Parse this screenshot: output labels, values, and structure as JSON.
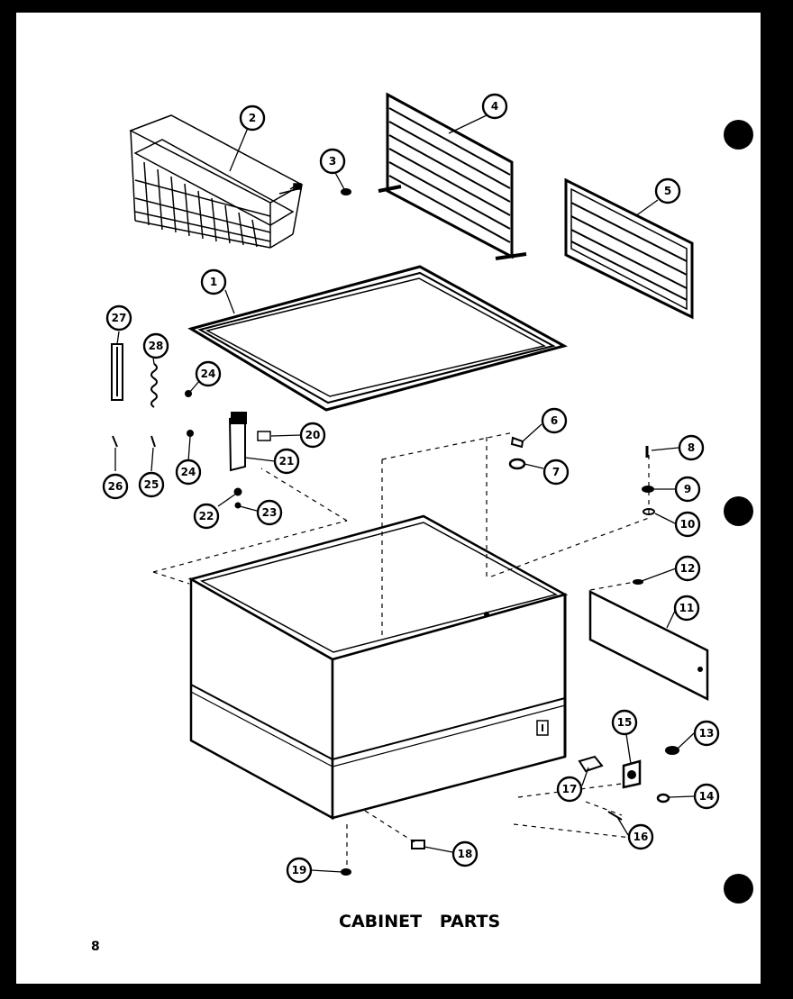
{
  "diagram": {
    "title": "CABINET   PARTS",
    "page_number": "8",
    "parts": [
      {
        "id": "basket",
        "callout": "2"
      },
      {
        "id": "gasket",
        "callout": "1"
      },
      {
        "id": "screw-small",
        "callout": "3"
      },
      {
        "id": "divider-large",
        "callout": "4"
      },
      {
        "id": "divider-small",
        "callout": "5"
      },
      {
        "id": "clip-a",
        "callout": "6"
      },
      {
        "id": "clip-b",
        "callout": "7"
      },
      {
        "id": "screw-8",
        "callout": "8"
      },
      {
        "id": "washer-9",
        "callout": "9"
      },
      {
        "id": "washer-10",
        "callout": "10"
      },
      {
        "id": "panel-11",
        "callout": "11"
      },
      {
        "id": "screw-12",
        "callout": "12"
      },
      {
        "id": "knob-13",
        "callout": "13"
      },
      {
        "id": "nut-14",
        "callout": "14"
      },
      {
        "id": "light-15",
        "callout": "15"
      },
      {
        "id": "screw-16",
        "callout": "16"
      },
      {
        "id": "bracket-17",
        "callout": "17"
      },
      {
        "id": "bracket-18",
        "callout": "18"
      },
      {
        "id": "foot-19",
        "callout": "19"
      },
      {
        "id": "hinge-cover-20",
        "callout": "20"
      },
      {
        "id": "hinge-21",
        "callout": "21"
      },
      {
        "id": "washer-22",
        "callout": "22"
      },
      {
        "id": "screw-23",
        "callout": "23"
      },
      {
        "id": "screw-24a",
        "callout": "24"
      },
      {
        "id": "screw-24b",
        "callout": "24"
      },
      {
        "id": "spring-25",
        "callout": "25"
      },
      {
        "id": "rivet-26",
        "callout": "26"
      },
      {
        "id": "hinge-plate-27",
        "callout": "27"
      },
      {
        "id": "spring-28",
        "callout": "28"
      }
    ]
  }
}
